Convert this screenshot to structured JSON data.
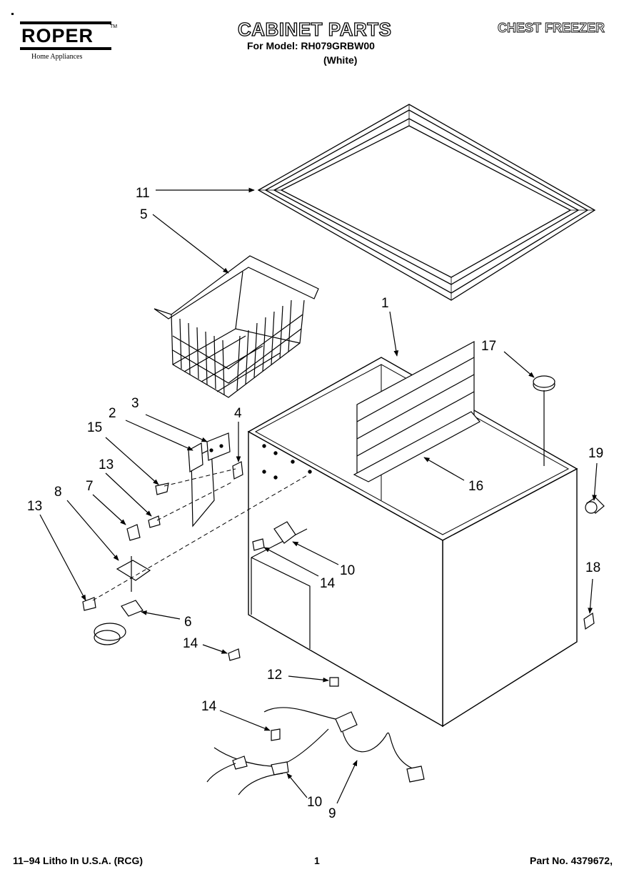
{
  "header": {
    "brand": "ROPER",
    "brand_tm": "TM",
    "brand_tagline": "Home Appliances",
    "title": "CABINET PARTS",
    "model_line": "For Model: RH079GRBW00",
    "color_line": "(White)",
    "product_type": "CHEST FREEZER"
  },
  "callouts": {
    "c11": "11",
    "c5": "5",
    "c1": "1",
    "c17": "17",
    "c3": "3",
    "c2": "2",
    "c15": "15",
    "c4": "4",
    "c13a": "13",
    "c7": "7",
    "c8": "8",
    "c13b": "13",
    "c19": "19",
    "c16": "16",
    "c10a": "10",
    "c14a": "14",
    "c18": "18",
    "c6": "6",
    "c14b": "14",
    "c12": "12",
    "c14c": "14",
    "c10b": "10",
    "c9": "9"
  },
  "footer": {
    "litho": "11–94 Litho In U.S.A. (RCG)",
    "page": "1",
    "part_no": "Part No. 4379672,"
  }
}
